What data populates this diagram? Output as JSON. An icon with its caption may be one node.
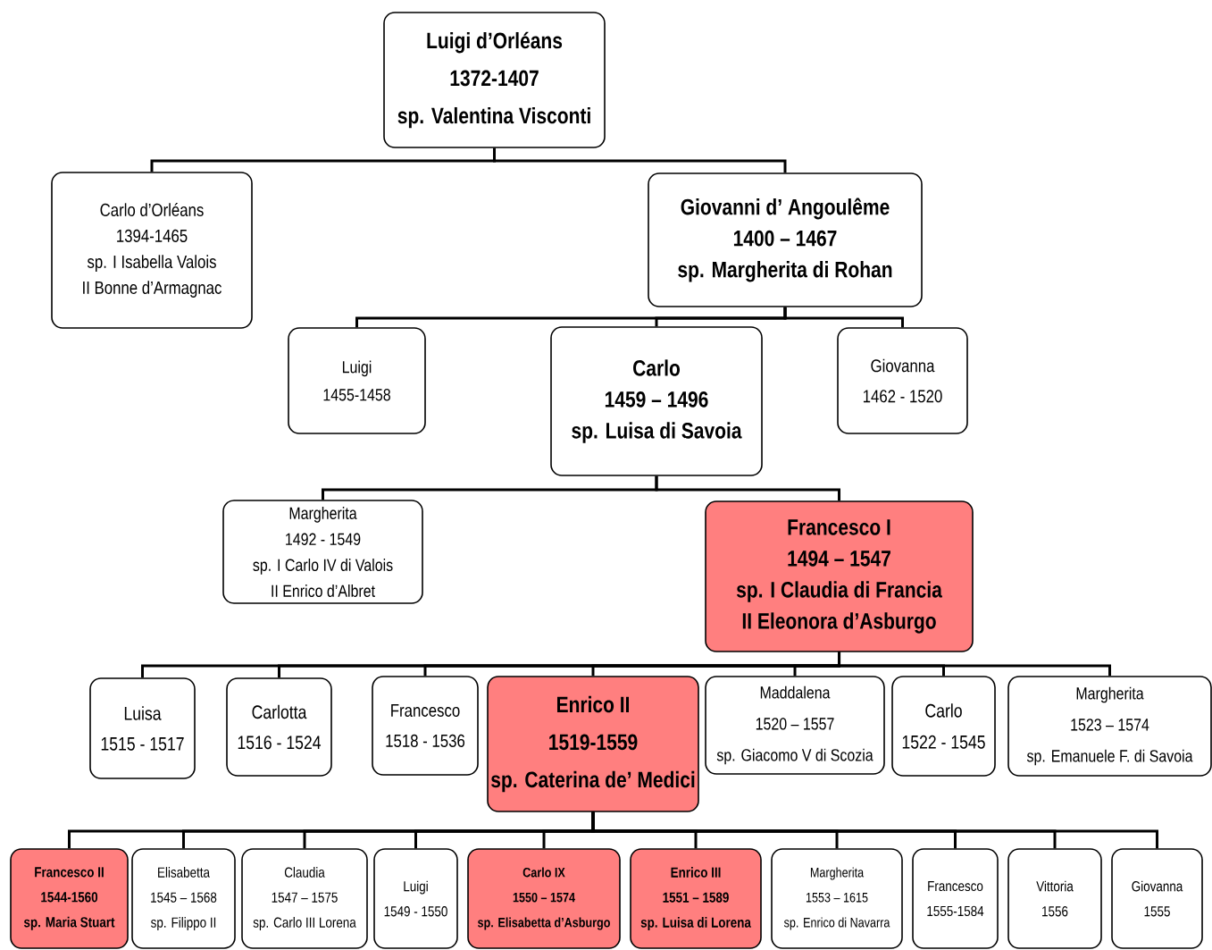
{
  "diagram": {
    "nodes": [
      {
        "text": [
          "Luigi d’Orléans",
          "1372-1407",
          "sp. Valentina Visconti"
        ]
      },
      {
        "text": [
          "Carlo d’Orléans",
          "1394-1465",
          "sp. I Isabella Valois",
          "II Bonne d’Armagnac"
        ]
      },
      {
        "text": [
          "Giovanni d’ Angoulême",
          "1400 – 1467",
          "sp.  Margherita di Rohan"
        ]
      },
      {
        "text": [
          "Luigi",
          "1455-1458"
        ]
      },
      {
        "text": [
          "Carlo",
          "1459 – 1496",
          "sp. Luisa di Savoia"
        ]
      },
      {
        "text": [
          "Giovanna",
          "1462 - 1520"
        ]
      },
      {
        "text": [
          "Margherita",
          "1492 - 1549",
          "sp. I Carlo IV di Valois",
          "II Enrico d’Albret"
        ]
      },
      {
        "text": [
          "Francesco I",
          "1494 – 1547",
          "sp. I Claudia di Francia",
          "II Eleonora d’Asburgo"
        ]
      },
      {
        "text": [
          "Luisa",
          "1515 - 1517"
        ]
      },
      {
        "text": [
          "Carlotta",
          "1516 - 1524"
        ]
      },
      {
        "text": [
          "Francesco",
          "1518 - 1536"
        ]
      },
      {
        "text": [
          "Enrico II",
          "1519-1559",
          "sp. Caterina de’ Medici"
        ]
      },
      {
        "text": [
          "Maddalena",
          "1520 – 1557",
          "sp. Giacomo V di Scozia"
        ]
      },
      {
        "text": [
          "Carlo",
          "1522 - 1545"
        ]
      },
      {
        "text": [
          "Margherita",
          "1523 – 1574",
          "sp. Emanuele F. di Savoia"
        ]
      },
      {
        "text": [
          "Francesco II",
          "1544-1560",
          "sp. Maria Stuart"
        ]
      },
      {
        "text": [
          "Elisabetta",
          "1545 – 1568",
          "sp. Filippo II"
        ]
      },
      {
        "text": [
          "Claudia",
          "1547 – 1575",
          "sp. Carlo III Lorena"
        ]
      },
      {
        "text": [
          "Luigi",
          "1549 - 1550"
        ]
      },
      {
        "text": [
          "Carlo IX",
          "1550 – 1574",
          "sp. Elisabetta d’Asburgo"
        ]
      },
      {
        "text": [
          "Enrico III",
          "1551 – 1589",
          "sp. Luisa di Lorena"
        ]
      },
      {
        "text": [
          "Margherita",
          "1553 – 1615",
          "sp. Enrico di Navarra"
        ]
      },
      {
        "text": [
          "Francesco",
          "1555-1584"
        ]
      },
      {
        "text": [
          "Vittoria",
          "1556"
        ]
      },
      {
        "text": [
          "Giovanna",
          "1555"
        ]
      }
    ],
    "edges": [
      {
        "from": 0,
        "to": 1,
        "arrow": "none"
      },
      {
        "from": 0,
        "to": 2,
        "arrow": "none"
      },
      {
        "from": 2,
        "to": 3,
        "arrow": "none"
      },
      {
        "from": 2,
        "to": 4,
        "arrow": "none"
      },
      {
        "from": 2,
        "to": 5,
        "arrow": "none"
      },
      {
        "from": 4,
        "to": 6,
        "arrow": "none"
      },
      {
        "from": 4,
        "to": 7,
        "arrow": "none"
      },
      {
        "from": 7,
        "to": 8,
        "arrow": "none"
      },
      {
        "from": 7,
        "to": 9,
        "arrow": "none"
      },
      {
        "from": 7,
        "to": 10,
        "arrow": "none"
      },
      {
        "from": 7,
        "to": 11,
        "arrow": "none"
      },
      {
        "from": 7,
        "to": 12,
        "arrow": "none"
      },
      {
        "from": 7,
        "to": 13,
        "arrow": "none"
      },
      {
        "from": 7,
        "to": 14,
        "arrow": "none"
      },
      {
        "from": 11,
        "to": 15,
        "arrow": "none"
      },
      {
        "from": 11,
        "to": 16,
        "arrow": "none"
      },
      {
        "from": 11,
        "to": 17,
        "arrow": "none"
      },
      {
        "from": 11,
        "to": 18,
        "arrow": "none"
      },
      {
        "from": 11,
        "to": 19,
        "arrow": "none"
      },
      {
        "from": 11,
        "to": 20,
        "arrow": "none"
      },
      {
        "from": 11,
        "to": 21,
        "arrow": "none"
      },
      {
        "from": 11,
        "to": 22,
        "arrow": "none"
      },
      {
        "from": 11,
        "to": 23,
        "arrow": "none"
      },
      {
        "from": 11,
        "to": 24,
        "arrow": "none"
      }
    ]
  }
}
